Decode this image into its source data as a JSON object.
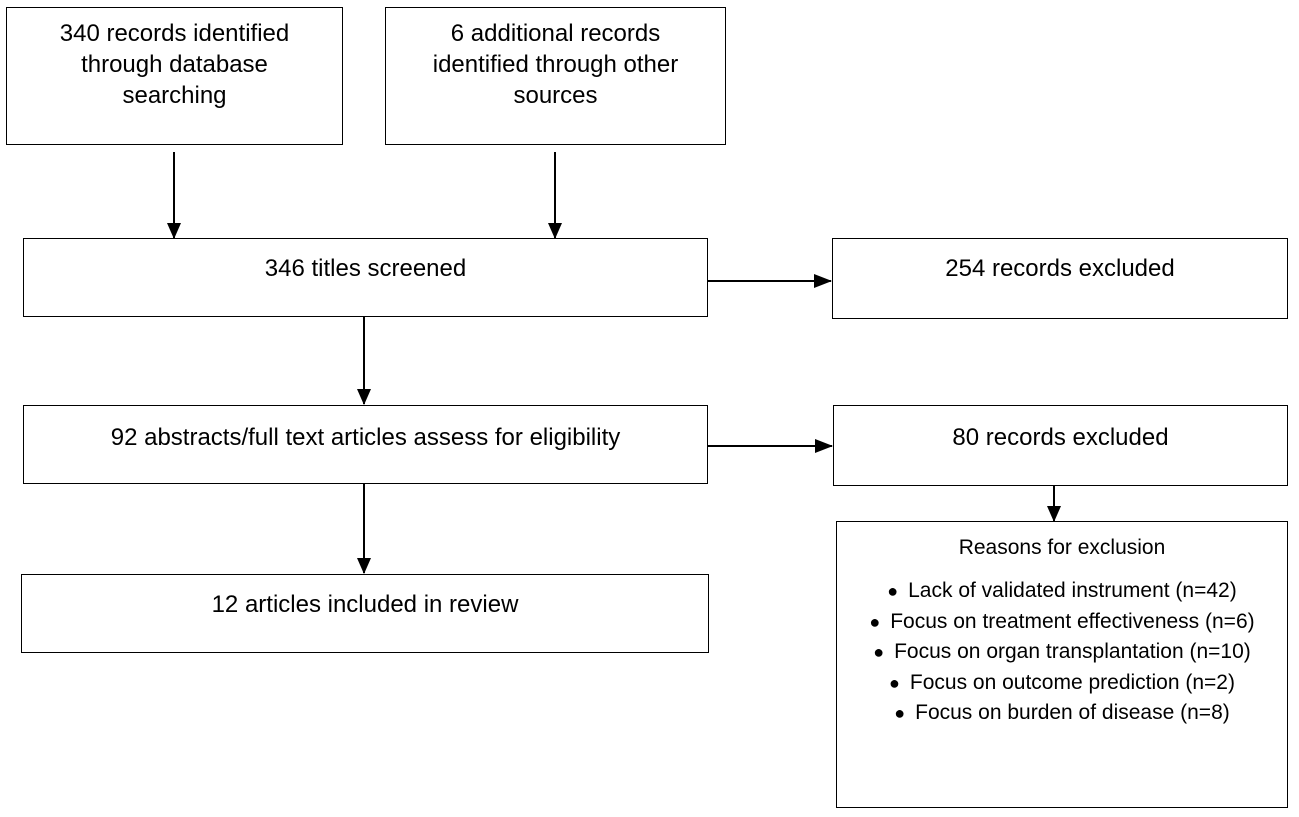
{
  "boxes": {
    "database": {
      "lines": [
        "340 records identified",
        "through database",
        "searching"
      ]
    },
    "other_sources": {
      "lines": [
        "6 additional records",
        "identified through other",
        "sources"
      ]
    },
    "screened": {
      "text": "346 titles screened"
    },
    "excluded_titles": {
      "text": "254 records excluded"
    },
    "eligibility": {
      "text": "92 abstracts/full text articles assess for eligibility"
    },
    "excluded_eligibility": {
      "text": "80 records excluded"
    },
    "included": {
      "text": "12 articles included in review"
    },
    "reasons": {
      "title": "Reasons for exclusion",
      "items": [
        "Lack of validated instrument (n=42)",
        "Focus on treatment effectiveness (n=6)",
        "Focus on organ transplantation (n=10)",
        "Focus on outcome prediction (n=2)",
        "Focus on burden of disease (n=8)"
      ]
    }
  },
  "colors": {
    "stroke": "#000000",
    "background": "#ffffff"
  }
}
